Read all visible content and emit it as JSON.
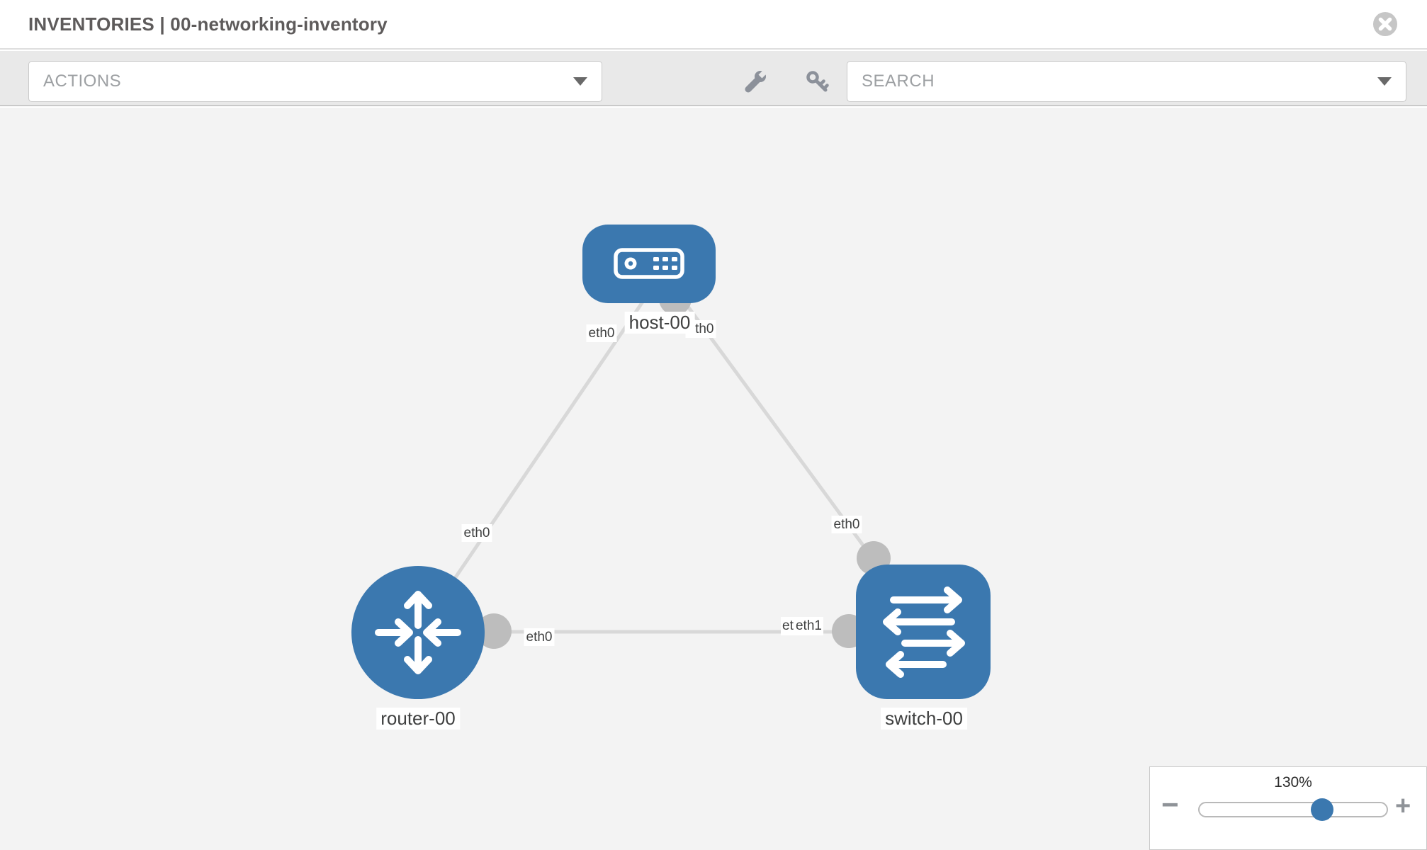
{
  "header": {
    "title": "INVENTORIES | 00-networking-inventory",
    "close_icon": "close-circle-icon"
  },
  "toolbar": {
    "actions_label": "ACTIONS",
    "search_label": "SEARCH",
    "tool_icons": [
      "wrench-icon",
      "key-icon"
    ]
  },
  "topology": {
    "nodes": [
      {
        "id": "host-00",
        "type": "host",
        "label": "host-00"
      },
      {
        "id": "router-00",
        "type": "router",
        "label": "router-00"
      },
      {
        "id": "switch-00",
        "type": "switch",
        "label": "switch-00"
      }
    ],
    "links": [
      {
        "from": "host-00",
        "to": "router-00",
        "from_iface": "eth0",
        "to_iface": "eth0"
      },
      {
        "from": "host-00",
        "to": "switch-00",
        "from_iface": "eth0",
        "to_iface": "eth0"
      },
      {
        "from": "router-00",
        "to": "switch-00",
        "from_iface": "eth0",
        "to_iface": "eth1"
      }
    ],
    "iface_labels": {
      "host_to_router_at_host": "eth0",
      "host_to_switch_at_host": "eth0",
      "host_to_router_at_router": "eth0",
      "host_to_switch_at_switch": "eth0",
      "router_to_switch_at_router": "eth0",
      "router_to_switch_at_switch_back": "eth0",
      "router_to_switch_at_switch_front": "eth1"
    }
  },
  "zoom_control": {
    "value": "130%",
    "minus_label": "−",
    "plus_label": "+",
    "percent": 65
  },
  "colors": {
    "node_blue": "#3b78af",
    "link_gray": "#d8d8d8",
    "connector_gray": "#bdbdbd",
    "canvas_bg": "#f3f3f3",
    "toolbar_bg": "#e9e9e9"
  }
}
